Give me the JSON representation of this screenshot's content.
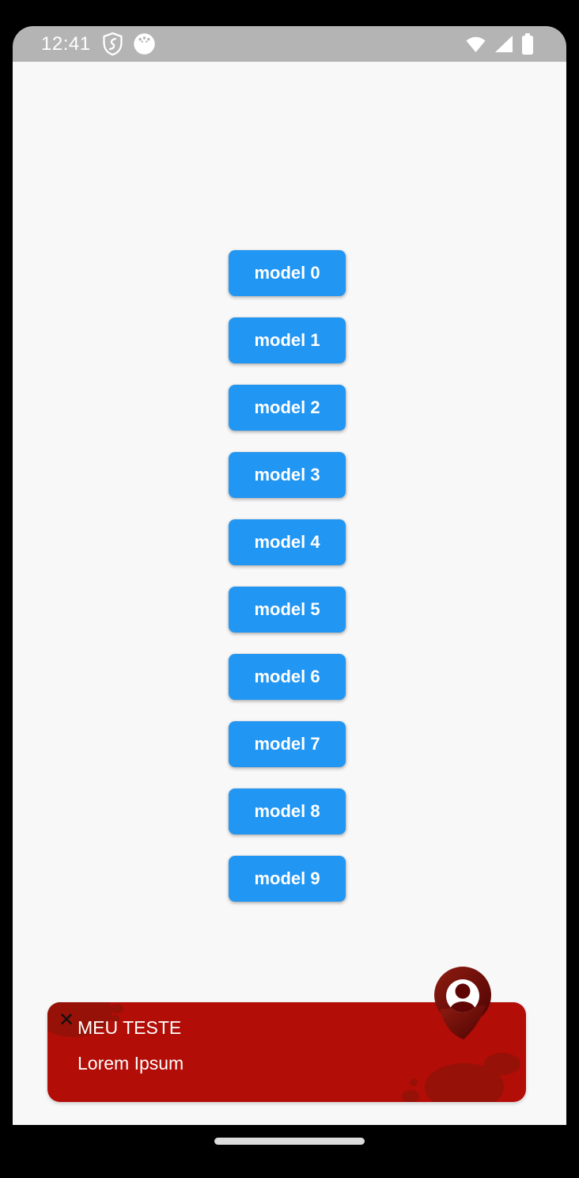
{
  "status_bar": {
    "time": "12:41",
    "left_icons": [
      "shield-icon",
      "emulator-avatar-icon"
    ],
    "right_icons": [
      "wifi-icon",
      "cellular-signal-icon",
      "battery-icon"
    ]
  },
  "buttons": [
    "model 0",
    "model 1",
    "model 2",
    "model 3",
    "model 4",
    "model 5",
    "model 6",
    "model 7",
    "model 8",
    "model 9"
  ],
  "toast": {
    "title": "MEU TESTE",
    "body": "Lorem Ipsum",
    "close_glyph": "✕",
    "avatar_icon": "person-icon"
  },
  "colors": {
    "button_blue": "#2196f3",
    "toast_red": "#b20d06",
    "toast_blob_red": "#961107",
    "bubble_gradient_start": "#8e1c10",
    "bubble_gradient_end": "#4e0303",
    "person_glyph": "#5f0605",
    "statusbar_gray": "#b4b4b4",
    "screen_bg": "#f8f8f8",
    "home_pill": "#dcdcdc"
  }
}
